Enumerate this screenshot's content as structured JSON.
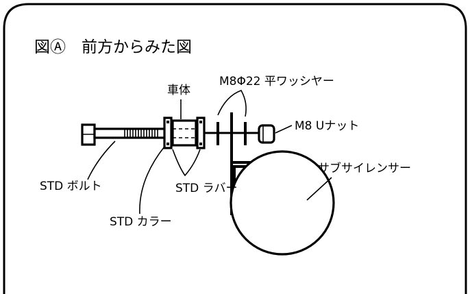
{
  "title": "図Ⓐ　前方からみた図",
  "labels": {
    "body": "車体",
    "washer": "M8Φ22 平ワッシヤー",
    "nut": "M8 Uナット",
    "bolt": "STD ボルト",
    "rubber": "STD ラバー",
    "collar": "STD カラー",
    "sub_silencer": "サブサイレンサー"
  }
}
